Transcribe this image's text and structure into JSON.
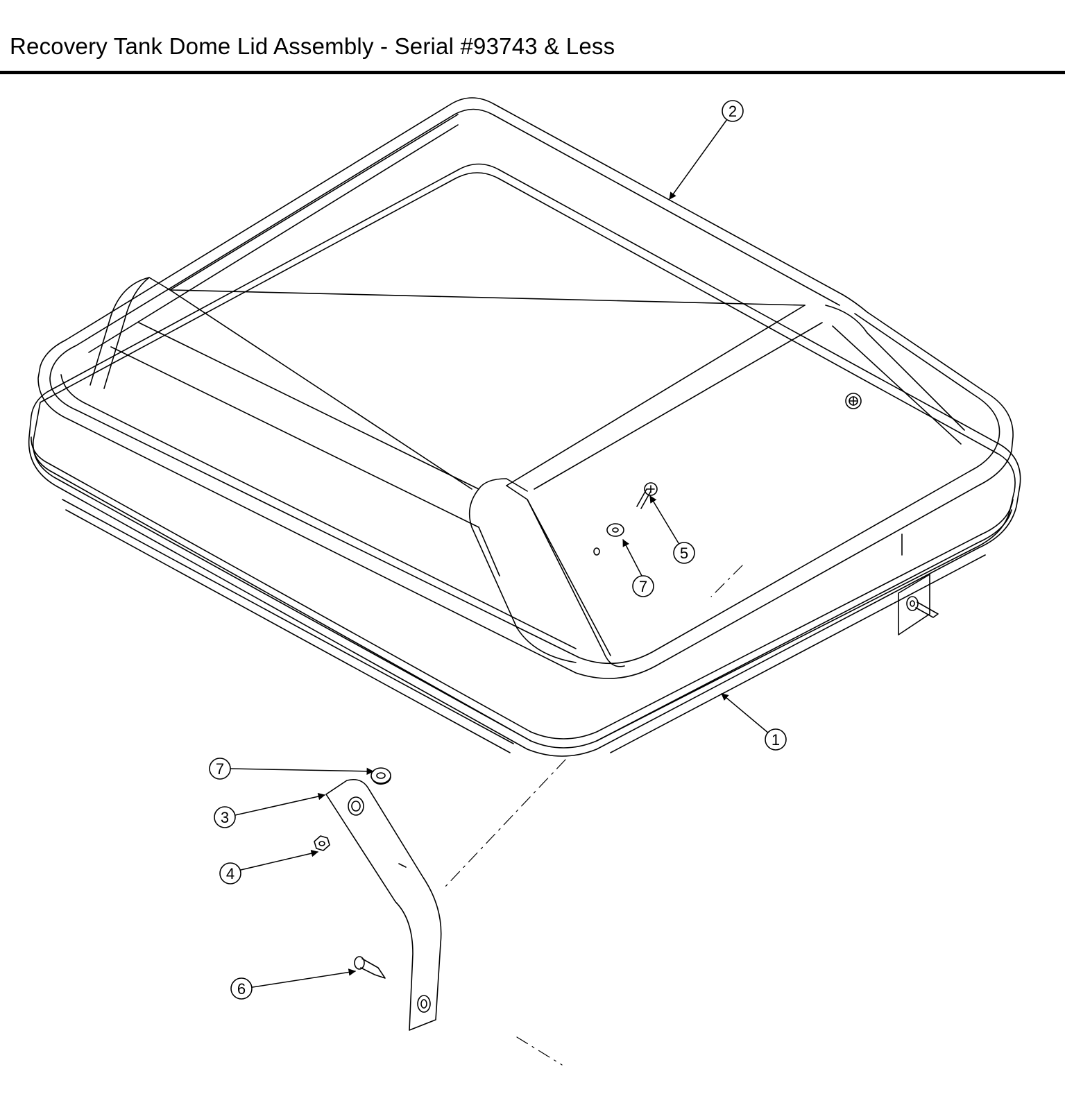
{
  "title": "Recovery Tank Dome Lid Assembly - Serial #93743 & Less",
  "callouts": {
    "c2": "2",
    "c1": "1",
    "c5": "5",
    "c7a": "7",
    "c7b": "7",
    "c3": "3",
    "c4": "4",
    "c6": "6"
  }
}
